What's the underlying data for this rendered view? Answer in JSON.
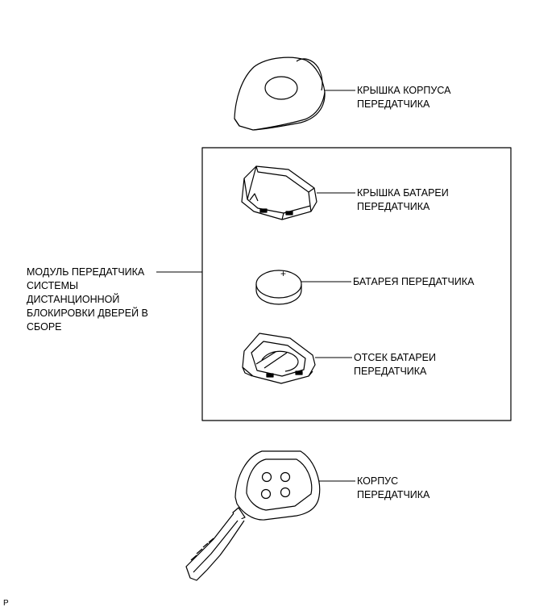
{
  "labels": {
    "cover": "КРЫШКА КОРПУСА\nПЕРЕДАТЧИКА",
    "battery_cover": "КРЫШКА БАТАРЕИ\nПЕРЕДАТЧИКА",
    "battery": "БАТАРЕЯ ПЕРЕДАТЧИКА",
    "battery_compartment": "ОТСЕК БАТАРЕИ\nПЕРЕДАТЧИКА",
    "module": "МОДУЛЬ ПЕРЕДАТЧИКА\nСИСТЕМЫ\nДИСТАНЦИОННОЙ\nБЛОКИРОВКИ ДВЕРЕЙ В\nСБОРЕ",
    "housing": "КОРПУС\nПЕРЕДАТЧИКА"
  },
  "battery_polarity": "+",
  "corner_mark": "P"
}
